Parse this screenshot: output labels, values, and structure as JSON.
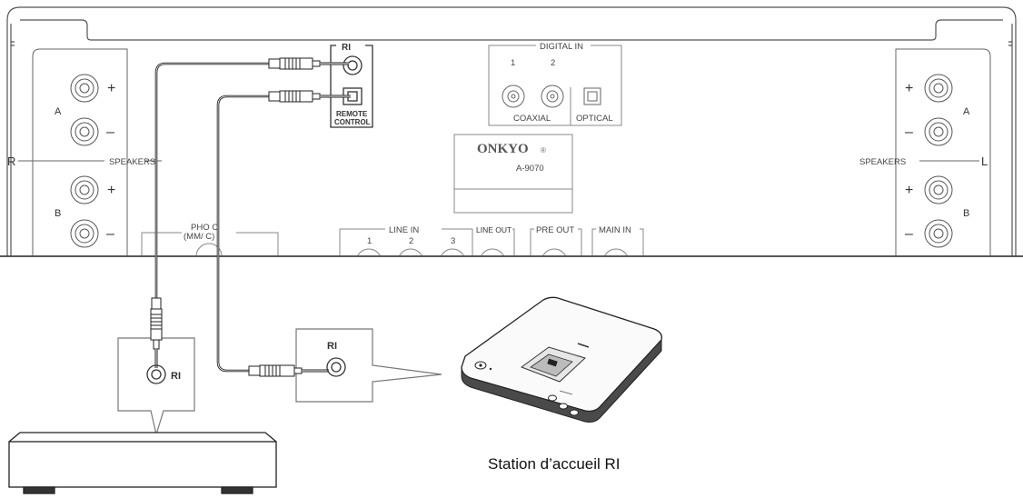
{
  "panel": {
    "speakers_left_channel": "R",
    "speakers_right_channel": "L",
    "speakers_label_left": "SPEAKERS",
    "speakers_label_right": "SPEAKERS",
    "speaker_a": "A",
    "speaker_b": "B",
    "plus": "+",
    "minus": "–",
    "ri_jack_label": "RI",
    "remote_control_line1": "REMOTE",
    "remote_control_line2": "CONTROL",
    "digital_in": "DIGITAL IN",
    "digital_in_1": "1",
    "digital_in_2": "2",
    "coaxial": "COAXIAL",
    "optical": "OPTICAL",
    "brand": "ONKYO",
    "model": "A-9070",
    "phono_line1": "PHO  O",
    "phono_line2": "(MM/  C)",
    "line_in": "LINE IN",
    "line_in_1": "1",
    "line_in_2": "2",
    "line_in_3": "3",
    "line_out": "LINE OUT",
    "pre_out": "PRE OUT",
    "main_in": "MAIN IN"
  },
  "callouts": {
    "device_ri": "RI",
    "dock_ri": "RI"
  },
  "caption": "Station d’accueil RI"
}
